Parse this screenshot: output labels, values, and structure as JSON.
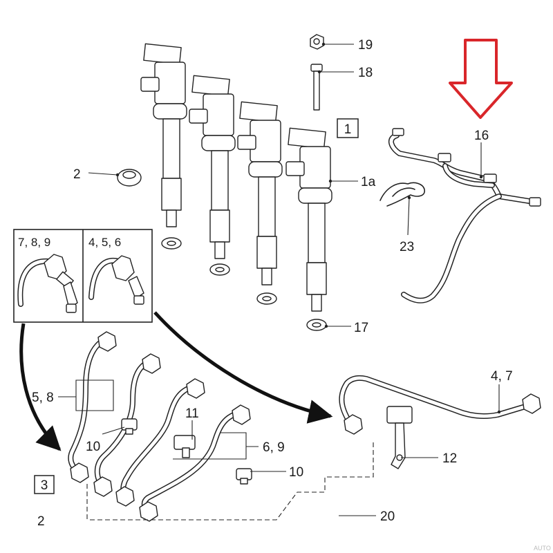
{
  "diagram": {
    "boxed_labels": {
      "group_1": "1",
      "group_3": "3"
    },
    "callouts": {
      "c19": "19",
      "c18": "18",
      "c16": "16",
      "c2": "2",
      "c1a": "1a",
      "c23": "23",
      "c17": "17",
      "c7_8_9": "7, 8, 9",
      "c4_5_6": "4, 5, 6",
      "c4_7": "4, 7",
      "c5_8": "5, 8",
      "c11": "11",
      "c10a": "10",
      "c6_9": "6, 9",
      "c10b": "10",
      "c12": "12",
      "c2b": "2",
      "c20": "20"
    },
    "watermark": "AUTO",
    "highlight_color": "#d9262a"
  }
}
